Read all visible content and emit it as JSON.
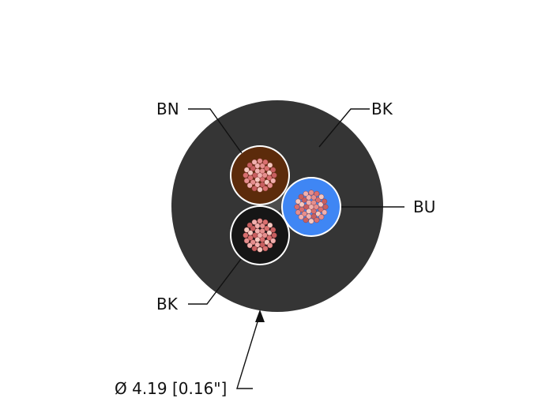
{
  "labels": {
    "top_left": "BN",
    "top_right": "BK",
    "right": "BU",
    "bottom_left": "BK",
    "dimension": "Ø 4.19 [0.16\"]"
  },
  "colors": {
    "jacket": "#353535",
    "brown_core": "#5c2b0b",
    "blue_core": "#3f86f4",
    "black_core": "#161616",
    "wire_strand": "#e9a0a0",
    "line": "#111111"
  }
}
